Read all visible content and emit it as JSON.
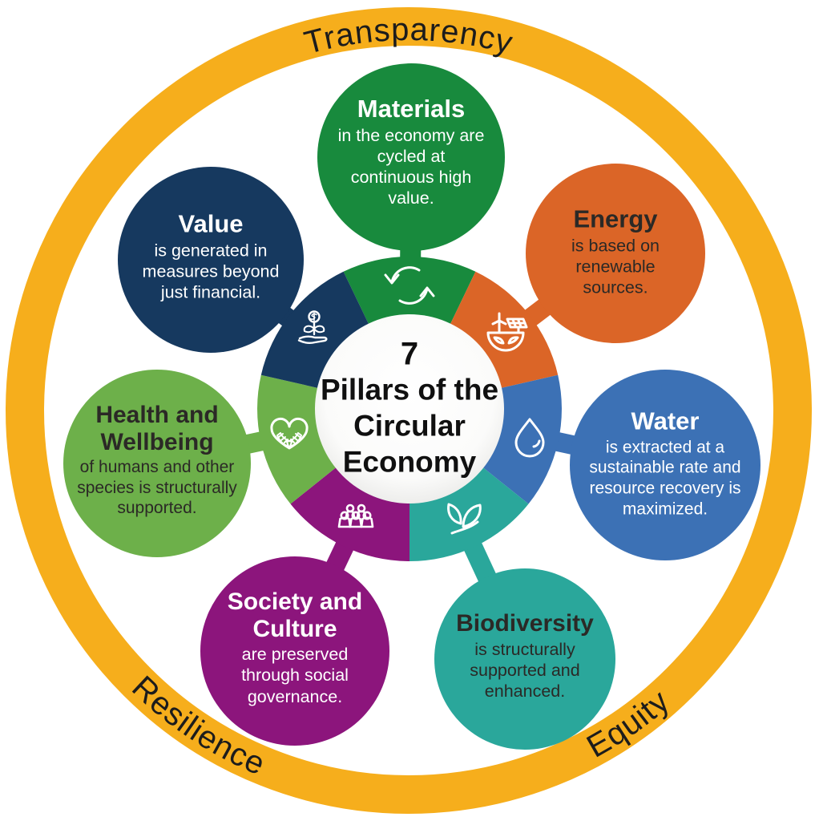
{
  "diagram": {
    "center": {
      "number": "7",
      "title": "Pillars of the Circular Economy"
    },
    "outer_ring": {
      "color": "#F6AE1C",
      "labels": {
        "top": "Transparency",
        "bottom_left": "Resilience",
        "bottom_right": "Equity"
      }
    },
    "pillars": [
      {
        "id": "materials",
        "title": "Materials",
        "body": "in the economy are cycled at continuous high value.",
        "color": "#188A3D",
        "text_color": "#FFFFFF",
        "icon": "cycle-arrows-icon"
      },
      {
        "id": "energy",
        "title": "Energy",
        "body": "is based on renewable sources.",
        "color": "#DB6527",
        "text_color": "#2B2926",
        "icon": "renewable-energy-icon"
      },
      {
        "id": "water",
        "title": "Water",
        "body": "is extracted at a sustainable rate and resource recovery is maximized.",
        "color": "#3C71B5",
        "text_color": "#FFFFFF",
        "icon": "water-drop-icon"
      },
      {
        "id": "biodiversity",
        "title": "Biodiversity",
        "body": "is structurally supported and enhanced.",
        "color": "#2AA79B",
        "text_color": "#2B2926",
        "icon": "leaves-icon"
      },
      {
        "id": "society",
        "title": "Society and Culture",
        "body": "are preserved through social governance.",
        "color": "#8C157C",
        "text_color": "#FFFFFF",
        "icon": "people-icon"
      },
      {
        "id": "health",
        "title": "Health and Wellbeing",
        "body": "of humans and other species is structurally supported.",
        "color": "#6DB04A",
        "text_color": "#2B2926",
        "icon": "heart-hands-icon"
      },
      {
        "id": "value",
        "title": "Value",
        "body": "is generated in measures beyond just financial.",
        "color": "#16395F",
        "text_color": "#FFFFFF",
        "icon": "value-growth-icon"
      }
    ]
  }
}
